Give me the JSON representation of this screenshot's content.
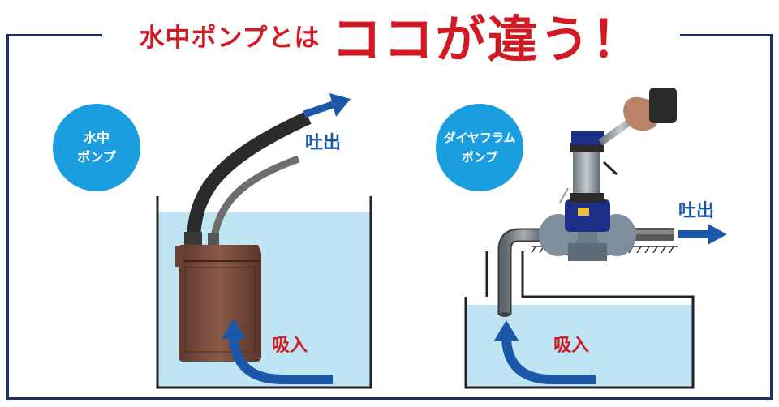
{
  "title": {
    "prefix": "水中ポンプとは",
    "emphasis": "ココが違う！"
  },
  "left_panel": {
    "badge_line1": "水中",
    "badge_line2": "ポンプ",
    "discharge_label": "吐出",
    "suction_label": "吸入"
  },
  "right_panel": {
    "badge_line1": "ダイヤフラム",
    "badge_line2": "ポンプ",
    "discharge_label": "吐出",
    "suction_label": "吸入"
  },
  "colors": {
    "frame": "#1c2f6e",
    "title_red": "#d11a24",
    "badge_blue": "#1a9ee0",
    "arrow_blue": "#1c57a8",
    "water": "#bfe4f4"
  }
}
